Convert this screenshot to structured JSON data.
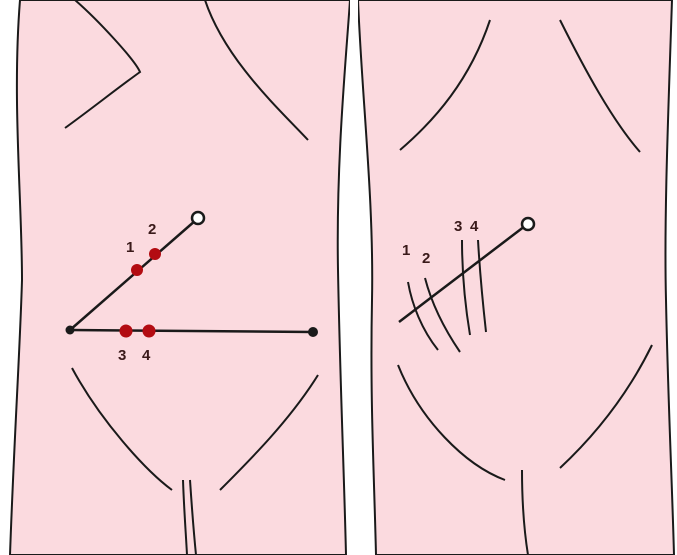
{
  "colors": {
    "skin": "#fbdadf",
    "outline": "#1a1a1a",
    "marker": "#b30c12",
    "background": "#ffffff"
  },
  "front_view": {
    "labels": {
      "point_1": "1",
      "point_2": "2",
      "point_3": "3",
      "point_4": "4"
    }
  },
  "back_view": {
    "labels": {
      "line_1": "1",
      "line_2": "2",
      "line_3": "3",
      "line_4": "4"
    }
  }
}
